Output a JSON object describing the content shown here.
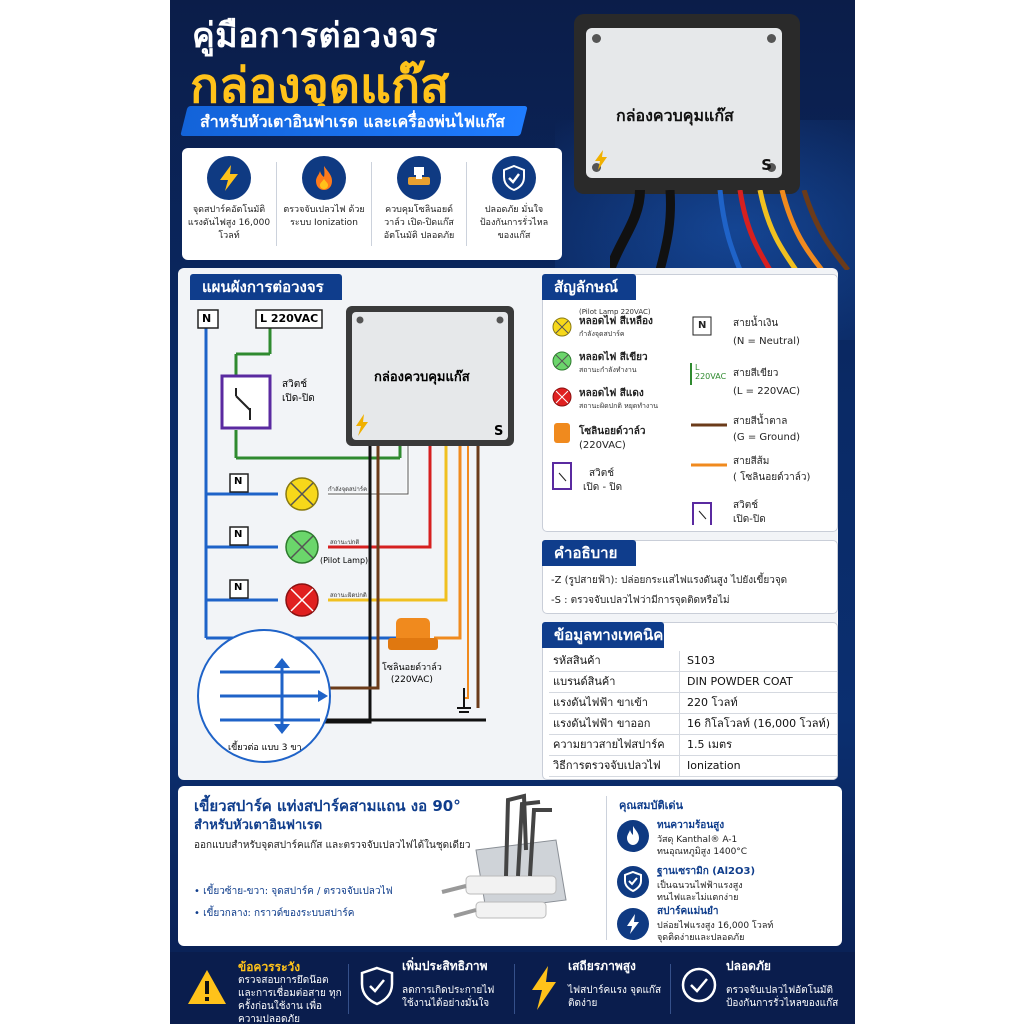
{
  "header": {
    "title_line1": "คู่มือการต่อวงจร",
    "title_line2": "กล่องจุดแก๊ส",
    "subtitle": "สำหรับหัวเตาอินฟาเรด และเครื่องพ่นไฟแก๊ส"
  },
  "features": [
    {
      "icon": "lightning-icon",
      "text": "จุดสปาร์คอัตโนมัติ แรงดันไฟสูง 16,000 โวลท์"
    },
    {
      "icon": "flame-icon",
      "text": "ตรวจจับเปลวไฟ ด้วยระบบ Ionization"
    },
    {
      "icon": "valve-icon",
      "text": "ควบคุมโซลินอยด์วาล์ว เปิด-ปิดแก๊สอัตโนมัติ ปลอดภัย"
    },
    {
      "icon": "shield-check-icon",
      "text": "ปลอดภัย มั่นใจ ป้องกันการรั่วไหล ของแก๊ส"
    }
  ],
  "product_box": {
    "label": "กล่องควบคุมแก๊ส",
    "s_label": "S"
  },
  "diagram": {
    "heading": "แผนผังการต่อวงจร",
    "n_label": "N",
    "l_label": "L 220VAC",
    "switch_label": "สวิตช์\nเปิด-ปิด",
    "box_label": "กล่องควบคุมแก๊ส",
    "box_s": "S",
    "lamp_labels": [
      "กำลังจุดสปาร์ค",
      "สถานะปกติ",
      "สถานะผิดปกติ"
    ],
    "pilot_label": "(Pilot Lamp)",
    "solenoid_label": "โซลินอยด์วาล์ว\n(220VAC)",
    "electrode_label": "เขี้ยวต่อ แบบ 3 ขา",
    "colors": {
      "neutral": "#1f63c8",
      "live": "#2f8a2f",
      "ground": "#6b3b1a",
      "orange": "#f08a1e",
      "red": "#d62020",
      "yellow": "#f0c020",
      "black": "#111111",
      "white": "#ffffff"
    }
  },
  "legend": {
    "heading": "สัญลักษณ์",
    "pilot_note": "(Pilot Lamp 220VAC)",
    "items_left": [
      {
        "title": "หลอดไฟ สีเหลือง",
        "desc": "กำลังจุดสปาร์ค"
      },
      {
        "title": "หลอดไฟ สีเขียว",
        "desc": "สถานะกำลังทำงาน"
      },
      {
        "title": "หลอดไฟ สีแดง",
        "desc": "สถานะผิดปกติ หยุดทำงาน"
      },
      {
        "title": "โซลินอยด์วาล์ว",
        "desc": "(220VAC)"
      },
      {
        "title": "สวิตช์",
        "desc": "เปิด - ปิด"
      }
    ],
    "items_right": [
      {
        "symbol": "N",
        "title": "สายน้ำเงิน",
        "desc": "(N = Neutral)"
      },
      {
        "symbol": "L\n220VAC",
        "title": "สายสีเขียว",
        "desc": "(L = 220VAC)"
      },
      {
        "title": "สายสีน้ำตาล",
        "desc": "(G = Ground)"
      },
      {
        "title": "สายสีส้ม",
        "desc": "(   โซลินอยด์วาล์ว)"
      },
      {
        "title": "สวิตช์",
        "desc": "เปิด-ปิด"
      }
    ]
  },
  "explain": {
    "heading": "คำอธิบาย",
    "items": [
      "-Z (รูปสายฟ้า):  ปล่อยกระแสไฟแรงดันสูง ไปยังเขี้ยวจุด",
      "-S :  ตรวจจับเปลวไฟว่ามีการจุดติดหรือไม่"
    ]
  },
  "specs": {
    "heading": "ข้อมูลทางเทคนิค",
    "rows": [
      {
        "k": "รหัสสินค้า",
        "v": "S103"
      },
      {
        "k": "แบรนด์สินค้า",
        "v": "DIN POWDER COAT"
      },
      {
        "k": "แรงดันไฟฟ้า ขาเข้า",
        "v": "220 โวลท์"
      },
      {
        "k": "แรงดันไฟฟ้า ขาออก",
        "v": "16 กิโลโวลท์ (16,000 โวลท์)"
      },
      {
        "k": "ความยาวสายไฟสปาร์ค",
        "v": "1.5 เมตร"
      },
      {
        "k": "วิธีการตรวจจับเปลวไฟ",
        "v": "Ionization"
      }
    ]
  },
  "electrode": {
    "title1": "เขี้ยวสปาร์ค แท่งสปาร์คสามแถน งอ 90°",
    "title2": "สำหรับหัวเตาอินฟาเรด",
    "desc": "ออกแบบสำหรับจุดสปาร์คแก๊ส และตรวจจับเปลวไฟได้ในชุดเดียว",
    "bullet1": "เขี้ยวซ้าย-ขวา:  จุดสปาร์ค / ตรวจจับเปลวไฟ",
    "bullet2": "เขี้ยวกลาง:  กราวด์ของระบบสปาร์ค",
    "props_heading": "คุณสมบัติเด่น",
    "props": [
      {
        "icon": "flame-icon",
        "title": "ทนความร้อนสูง",
        "l1": "วัสดุ Kanthal® A-1",
        "l2": "ทนอุณหภูมิสูง 1400°C"
      },
      {
        "icon": "shield-check-icon",
        "title": "ฐานเซรามิก (Al2O3)",
        "l1": "เป็นฉนวนไฟฟ้าแรงสูง",
        "l2": "ทนไฟและไม่แตกง่าย"
      },
      {
        "icon": "lightning-icon",
        "title": "สปาร์คแม่นยำ",
        "l1": "ปล่อยไฟแรงสูง 16,000 โวลท์",
        "l2": "จุดติดง่ายและปลอดภัย"
      }
    ]
  },
  "footer": [
    {
      "icon": "warning-icon",
      "title": "ข้อควรระวัง",
      "text": "ตรวจสอบการยึดน๊อต และการเชื่อมต่อสาย ทุกครั้งก่อนใช้งาน เพื่อความปลอดภัย"
    },
    {
      "icon": "shield-check-icon",
      "title": "เพิ่มประสิทธิภาพ",
      "text": "ลดการเกิดประกายไฟ ใช้งานได้อย่างมั่นใจ"
    },
    {
      "icon": "lightning-icon",
      "title": "เสถียรภาพสูง",
      "text": "ไฟสปาร์คแรง จุดแก๊สติดง่าย"
    },
    {
      "icon": "check-circle-icon",
      "title": "ปลอดภัย",
      "text": "ตรวจจับเปลวไฟอัตโนมัติ ป้องกันการรั่วไหลของแก๊ส"
    }
  ]
}
